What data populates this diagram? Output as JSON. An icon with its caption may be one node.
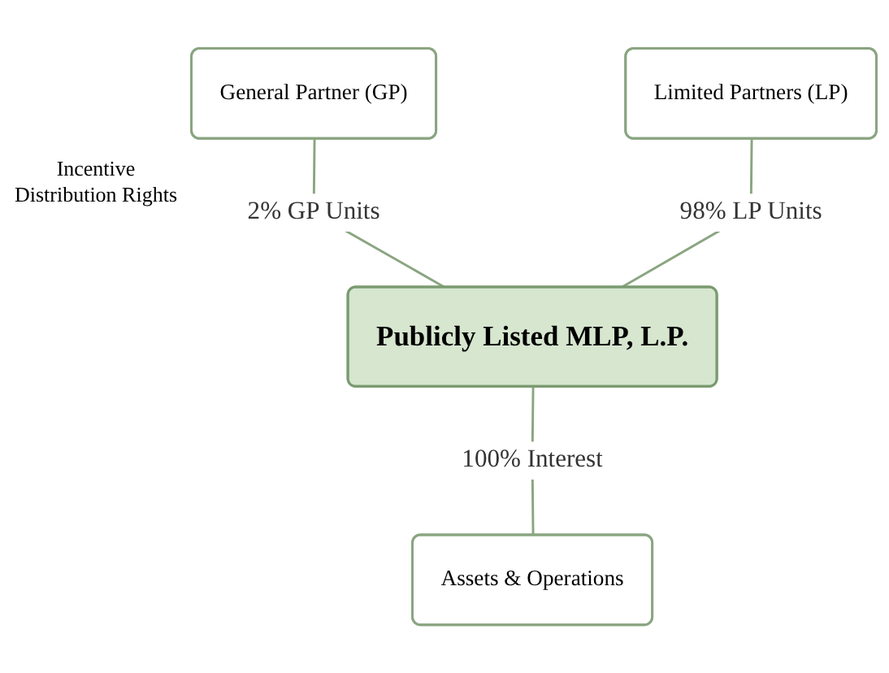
{
  "diagram": {
    "nodes": [
      {
        "text": [
          "General Partner (GP)"
        ]
      },
      {
        "text": [
          "Limited Partners (LP)"
        ]
      },
      {
        "text": [
          "Publicly Listed MLP, L.P."
        ]
      },
      {
        "text": [
          "Assets & Operations"
        ]
      }
    ],
    "edges": [
      {
        "from": 0,
        "to": 2,
        "arrow": "none",
        "label": "2% GP Units"
      },
      {
        "from": 1,
        "to": 2,
        "arrow": "none",
        "label": "98% LP Units"
      },
      {
        "from": 2,
        "to": 3,
        "arrow": "none",
        "label": "100% Interest"
      }
    ],
    "labels": [
      "Incentive Distribution Rights"
    ]
  }
}
